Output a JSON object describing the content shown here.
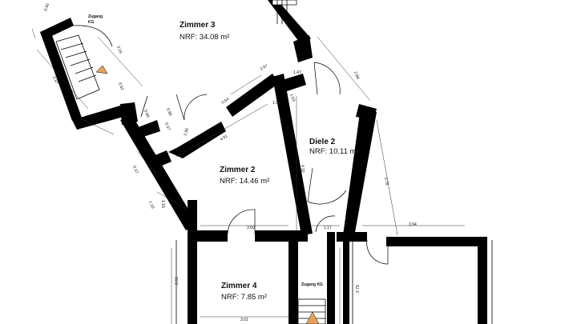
{
  "rooms": [
    {
      "name": "Zimmer 3",
      "area": "NRF: 34.08 m²"
    },
    {
      "name": "Zimmer 2",
      "area": "NRF: 14.46 m²"
    },
    {
      "name": "Diele 2",
      "area": "NRF: 10.11 m²"
    },
    {
      "name": "Zimmer 4",
      "area": "NRF: 7.85 m²"
    }
  ],
  "stairs": [
    {
      "label_line1": "Zugang",
      "label_line2": "KG"
    },
    {
      "label": "Zugang KG"
    }
  ],
  "dimensions": [
    "0.95",
    "3.15",
    "2.37",
    "0.52",
    "1.52",
    "0.66",
    "0.60",
    "0.90",
    "0.37",
    "0.84",
    "0.37",
    "2.90",
    "0.64",
    "4.91",
    "1.01",
    "2.97",
    "1.47",
    "1.03",
    "2.88",
    "1.10",
    "4.20",
    "4.32",
    "3.78",
    "1.16",
    "3.60",
    "1.17",
    "3.94",
    "2.61",
    "2.79",
    "3.01"
  ],
  "colors": {
    "wall": "#000000",
    "stair_arrow": "#e8a15a",
    "background": "#ffffff"
  }
}
